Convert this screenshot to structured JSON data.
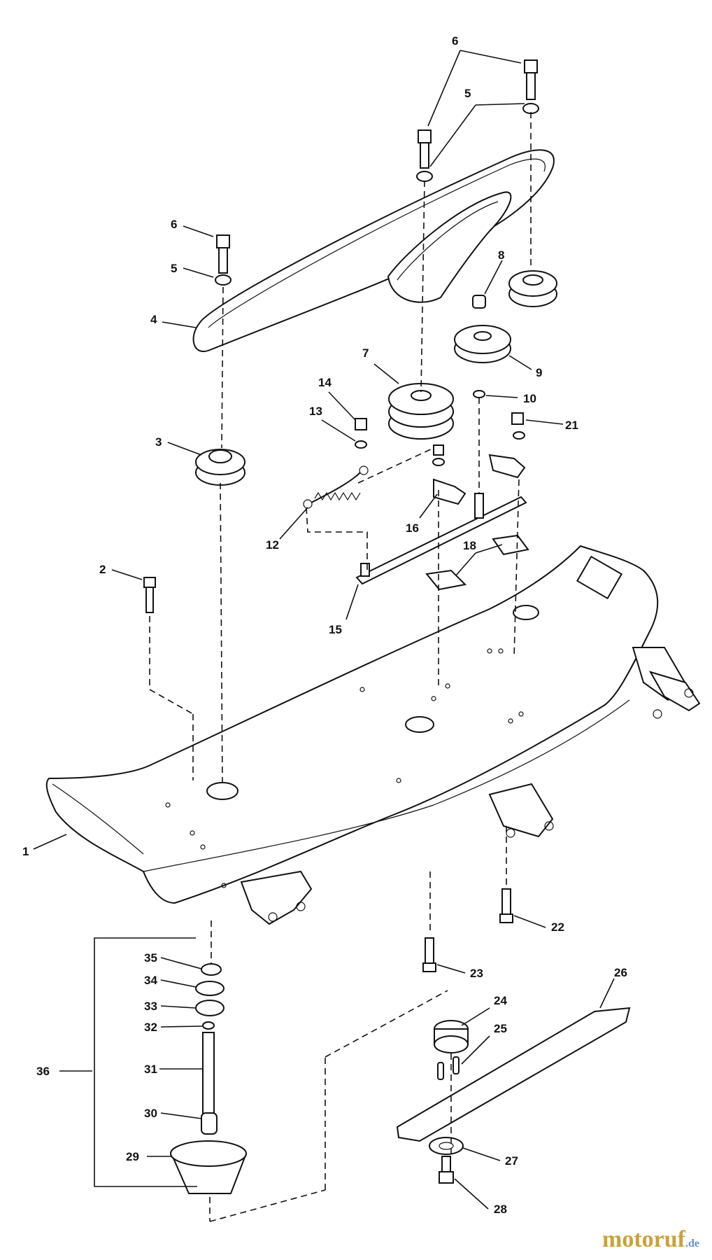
{
  "diagram": {
    "callouts": [
      {
        "id": "c1",
        "label": "1"
      },
      {
        "id": "c2",
        "label": "2"
      },
      {
        "id": "c3",
        "label": "3"
      },
      {
        "id": "c4",
        "label": "4"
      },
      {
        "id": "c5a",
        "label": "5"
      },
      {
        "id": "c5b",
        "label": "5"
      },
      {
        "id": "c6a",
        "label": "6"
      },
      {
        "id": "c6b",
        "label": "6"
      },
      {
        "id": "c7",
        "label": "7"
      },
      {
        "id": "c8",
        "label": "8"
      },
      {
        "id": "c9",
        "label": "9"
      },
      {
        "id": "c10",
        "label": "10"
      },
      {
        "id": "c12",
        "label": "12"
      },
      {
        "id": "c13",
        "label": "13"
      },
      {
        "id": "c14",
        "label": "14"
      },
      {
        "id": "c15",
        "label": "15"
      },
      {
        "id": "c16",
        "label": "16"
      },
      {
        "id": "c18",
        "label": "18"
      },
      {
        "id": "c21",
        "label": "21"
      },
      {
        "id": "c22",
        "label": "22"
      },
      {
        "id": "c23",
        "label": "23"
      },
      {
        "id": "c24",
        "label": "24"
      },
      {
        "id": "c25",
        "label": "25"
      },
      {
        "id": "c26",
        "label": "26"
      },
      {
        "id": "c27",
        "label": "27"
      },
      {
        "id": "c28",
        "label": "28"
      },
      {
        "id": "c29",
        "label": "29"
      },
      {
        "id": "c30",
        "label": "30"
      },
      {
        "id": "c31",
        "label": "31"
      },
      {
        "id": "c32",
        "label": "32"
      },
      {
        "id": "c33",
        "label": "33"
      },
      {
        "id": "c34",
        "label": "34"
      },
      {
        "id": "c35",
        "label": "35"
      },
      {
        "id": "c36",
        "label": "36"
      }
    ]
  },
  "watermark": {
    "name": "motoruf",
    "suffix": ".de",
    "color": "#c9a23b"
  }
}
